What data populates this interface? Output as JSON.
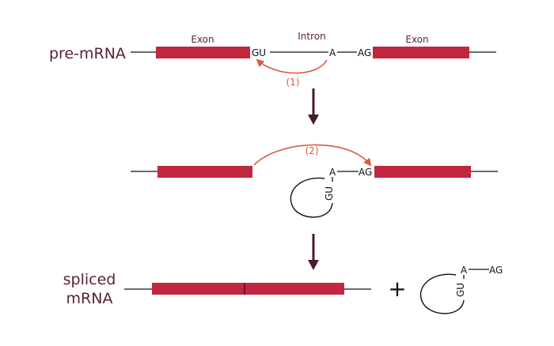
{
  "labels": {
    "pre_mrna": "pre-mRNA",
    "exon_left": "Exon",
    "intron": "Intron",
    "exon_right": "Exon",
    "spliced_line1": "spliced",
    "spliced_line2": "mRNA",
    "plus": "+"
  },
  "sequences": {
    "gu": "GU",
    "a": "A",
    "ag": "AG"
  },
  "steps": {
    "step1": "(1)",
    "step2": "(2)"
  },
  "colors": {
    "exon": "#c1273f",
    "label": "#5a1f33",
    "arrow_step": "#d9583f",
    "flow_arrow": "#4a1a2c",
    "line": "#111111"
  }
}
